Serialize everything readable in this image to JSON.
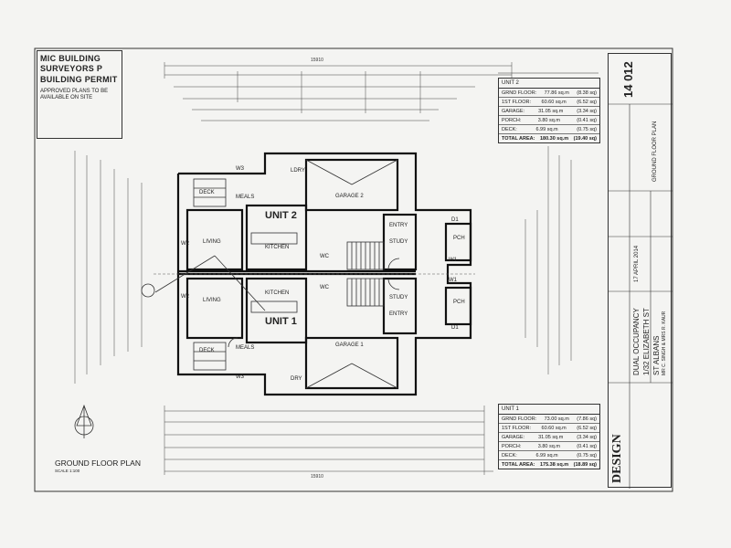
{
  "stamp": {
    "title_line1": "MIC BUILDING",
    "title_line2": "SURVEYORS P",
    "title_line3": "BUILDING PERMIT",
    "note": "APPROVED PLANS TO BE AVAILABLE ON SITE"
  },
  "unit2_table": {
    "title": "UNIT 2",
    "rows": [
      {
        "label": "GRND FLOOR:",
        "value": "77.86 sq.m",
        "sq": "(8.38 sq)"
      },
      {
        "label": "1ST FLOOR:",
        "value": "60.60 sq.m",
        "sq": "(6.52 sq)"
      },
      {
        "label": "GARAGE:",
        "value": "31.05 sq.m",
        "sq": "(3.34 sq)"
      },
      {
        "label": "PORCH:",
        "value": "3.80 sq.m",
        "sq": "(0.41 sq)"
      },
      {
        "label": "DECK:",
        "value": "6.99 sq.m",
        "sq": "(0.75 sq)"
      }
    ],
    "total_label": "TOTAL AREA:",
    "total_value": "180.30 sq.m",
    "total_sq": "(19.40 sq)"
  },
  "unit1_table": {
    "title": "UNIT 1",
    "rows": [
      {
        "label": "GRND FLOOR:",
        "value": "73.00 sq.m",
        "sq": "(7.86 sq)"
      },
      {
        "label": "1ST FLOOR:",
        "value": "60.60 sq.m",
        "sq": "(6.52 sq)"
      },
      {
        "label": "GARAGE:",
        "value": "31.05 sq.m",
        "sq": "(3.34 sq)"
      },
      {
        "label": "PORCH:",
        "value": "3.80 sq.m",
        "sq": "(0.41 sq)"
      },
      {
        "label": "DECK:",
        "value": "6.99 sq.m",
        "sq": "(0.75 sq)"
      }
    ],
    "total_label": "TOTAL AREA:",
    "total_value": "175.38 sq.m",
    "total_sq": "(18.89 sq)"
  },
  "title_block": {
    "job_number": "14 012",
    "project": "DUAL OCCUPANCY",
    "address_line1": "1/32 ELIZABETH ST",
    "address_line2": "ST ALBANS",
    "drawing": "GROUND FLOOR PLAN",
    "date": "17 APRIL 2014",
    "brand": "DESIGN",
    "client": "MR C. SINGH & MRS R. KAUR"
  },
  "plan": {
    "title": "GROUND FLOOR PLAN",
    "scale": "SCALE 1:100",
    "overall_width": "15910",
    "overall_bottom": "15910",
    "unit2": "UNIT 2",
    "unit1": "UNIT 1",
    "rooms": {
      "deck": "DECK",
      "meals": "MEALS",
      "kitchen": "KITCHEN",
      "living": "LIVING",
      "garage2": "GARAGE 2",
      "garage1": "GARAGE 1",
      "entry": "ENTRY",
      "study": "STUDY",
      "pch": "PCH",
      "wc": "WC",
      "ldry": "LDRY",
      "dry": "DRY",
      "w1": "W1",
      "d1": "D1",
      "w3": "W3",
      "w2": "W2"
    }
  }
}
